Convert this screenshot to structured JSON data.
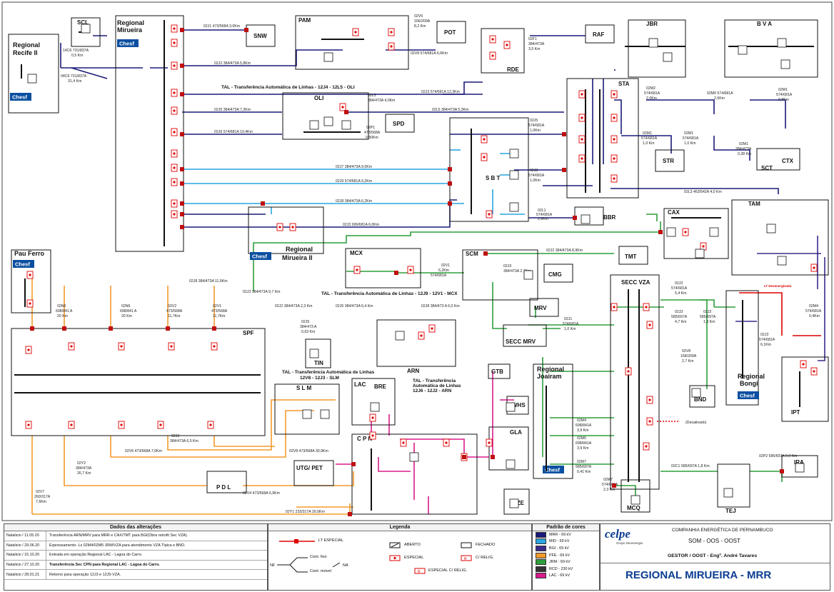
{
  "diagram": {
    "regions": [
      {
        "id": "recife",
        "title": "Regional Recife II",
        "sub": "14C6",
        "chesf": "Chesf"
      },
      {
        "id": "mirueira",
        "title": "Regional Mirueira",
        "chesf": "Chesf"
      },
      {
        "id": "mirueira2",
        "title": "Regional Mirueira II",
        "chesf": "Chesf"
      },
      {
        "id": "pauferro",
        "title": "Pau Ferro",
        "chesf": "Chesf"
      },
      {
        "id": "joairam",
        "title": "Regional Joairam",
        "chesf": "Chesf"
      },
      {
        "id": "bongi",
        "title": "Regional Bongi",
        "chesf": "Chesf"
      }
    ],
    "stations": {
      "scl": "SCL",
      "snw": "SNW",
      "pam": "PAM",
      "pot": "POT",
      "raf": "RAF",
      "rde": "RDE",
      "jbr": "JBR",
      "bva": "B V A",
      "oli": "OLI",
      "spd": "SPD",
      "sta": "STA",
      "sbt": "S B T",
      "str": "STR",
      "sct": "SCT",
      "ctx": "CTX",
      "bbr": "BBR",
      "cax": "CAX",
      "tam": "TAM",
      "tmt": "TMT",
      "mcx": "MCX",
      "scm": "SCM",
      "cmg": "CMG",
      "mrv": "MRV",
      "seccmrv": "SECC MRV",
      "seccvza": "SECC VZA",
      "spf": "SPF",
      "tin": "TIN",
      "arn": "ARN",
      "slm": "S L M",
      "lac": "LAC",
      "bre": "BRE",
      "gtb": "GTB",
      "whs": "WHS",
      "gla": "GLA",
      "cpn": "C P N",
      "utg": "UTG/ PET",
      "pdl": "P D L",
      "nze": "NZE",
      "bnd": "BND",
      "ipt": "IPT",
      "mcq": "MCQ",
      "tej": "TEJ",
      "ira": "IRA"
    },
    "tal_labels": {
      "top": "TAL - Transferência Automática de Linhas - 12J4 - 12L5 - OLI",
      "mcx": "TAL - Transferência Automática de Linhas - 12J9 - 12V1 - MCX",
      "slm": "TAL - Transferência Automática de Linhas",
      "slm2": "12V8 - 12J3 - SLM",
      "arn": "TAL - Transferência Automática de Linhas 12J6 - 12J2 - ARN"
    },
    "line_labels": {
      "l1": "02J1 473/568A 3,0Km",
      "l2": "02J2 384/473A 5,8Km",
      "l3": "02J3 574/681A 12,3Km",
      "l4": "02J5 384/473A 7,3Km",
      "l5": "02L5 384/473A 5,3Km",
      "l6": "02J6 574/681A 10,4Km",
      "l7": "02J7 384/473A 9,0Km",
      "l8": "02J9 574/681A 9,2Km",
      "l9": "02J8 384/473A 6,2Km",
      "l10": "02J3 006/681A 6,0Km",
      "l11": "02J8 384/473A 11,6Km",
      "l12": "02J3 384/473A 9,7 Km",
      "l13": "02J2 384/473A 2,3 Km",
      "l14": "02J5 384/473A 6,4 Km",
      "l15": "02J8 384/473 A 6,0 Km",
      "l16": "02L3 463/542A 4,0 Km",
      "l17": "02J2 384/473A 8,9Km",
      "l18": "02V6 473/568A 7,0Km",
      "l19": "02V4 473/568A 6,9Km",
      "l20": "02Y1 233/317A 30,0Km",
      "l21": "02V8 473/568A 30,9Km",
      "l22": "02C1 585/697A 1,8 Km",
      "l23": "02P2 585/697A 9,9 Km"
    },
    "notes": {
      "lte": "LT Desenergizada",
      "desat": "(Desativado)"
    }
  },
  "footer": {
    "alteracoes_title": "Dados das alterações",
    "alteracoes": [
      {
        "date": "Natalicio / 11.05.20",
        "text": "Transferência ARN/MRV para MRR e CAX/TMT para BGI(Obra retrofit Sec VZA)."
      },
      {
        "date": "Natalicio / 29.06.20",
        "text": "Expressamento. Ls 02M4/02M5 JRM/VZA para atendimento VZA Típica e BND."
      },
      {
        "date": "Natalicio / 15.10.20",
        "text": "Entrada em operação Regional LAC - Lagoa do Carro."
      },
      {
        "date": "Natalicio / 27.10.20",
        "text": "Transferência Sec CPN para Regional LAC - Lagoa do Carro."
      },
      {
        "date": "Natalicio / 28.01.21",
        "text": "Retorno para operação 12J3 e 12J5-VZA."
      }
    ],
    "legenda_title": "Legenda",
    "legenda": {
      "lt_especial": "LT ESPECIAL",
      "cont_fixo": "Cont. fixo",
      "cont_movel": "Cont. móvel",
      "nf": "NF",
      "na": "NA",
      "aberto": "ABERTO",
      "fechado": "FECHADO",
      "especial": "ESPECIAL",
      "c_relig": "C/ RELIG.",
      "especial_relig": "ESPECIAL C/ RELIG."
    },
    "padrao_title": "Padrão de cores",
    "padrao": [
      {
        "label": "MRR - 69 kV",
        "color": "#1a1a7a"
      },
      {
        "label": "MID - 69 kV",
        "color": "#29a6e0"
      },
      {
        "label": "BGI - 69 kV",
        "color": "#3a2a8c"
      },
      {
        "label": "PFE - 69 kV",
        "color": "#f39a2b"
      },
      {
        "label": "JRM - 69 kV",
        "color": "#2e9d3c"
      },
      {
        "label": "RCD - 230 kV",
        "color": "#333333"
      },
      {
        "label": "LAC - 69 kV",
        "color": "#d81b8c"
      }
    ],
    "company": {
      "logo": "celpe",
      "logo_sub": "Grupo Neoenergia",
      "name": "COMPANHIA ENERGÉTICA DE PERNAMBUCO",
      "sys": "SOM - OOS - OOST",
      "gestor": "GESTOR / OOST - Engº. André Tavares",
      "title": "REGIONAL MIRUEIRA - MRR"
    }
  }
}
